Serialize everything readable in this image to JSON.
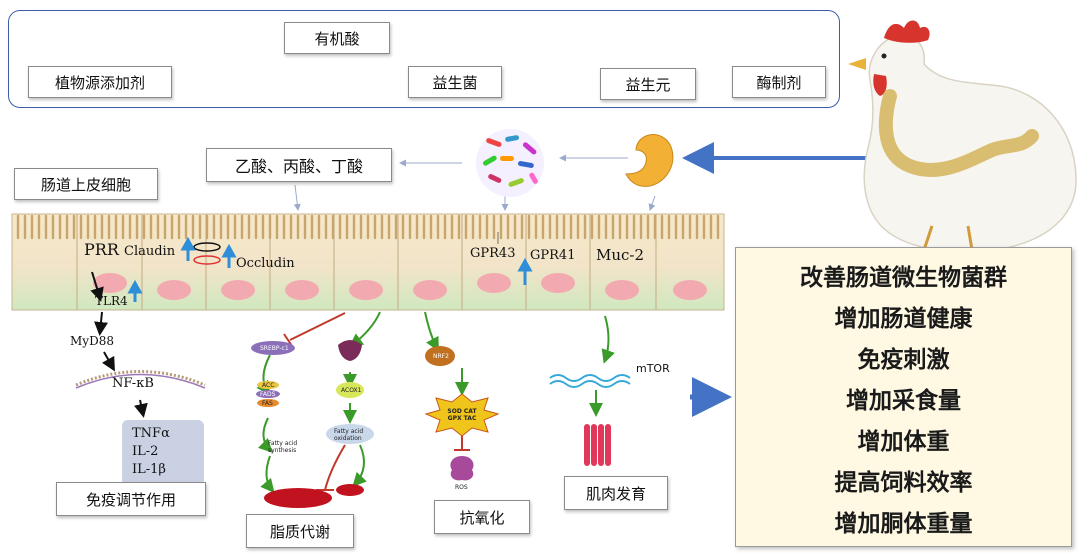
{
  "sources": {
    "plant": "植物源添加剂",
    "organic_acid": "有机酸",
    "probiotic": "益生菌",
    "prebiotic": "益生元",
    "enzyme": "酶制剂"
  },
  "scfa": "乙酸、丙酸、丁酸",
  "epithelium": "肠道上皮细胞",
  "receptors": {
    "prr": "PRR",
    "claudin": "Claudin",
    "occludin": "Occludin",
    "tlr4": "TLR4",
    "gpr43": "GPR43",
    "gpr41": "GPR41",
    "muc2": "Muc-2"
  },
  "signaling": {
    "myd88": "MyD88",
    "nfkb": "NF-κB",
    "tnfa": "TNFα",
    "il2": "IL-2",
    "il1b": "IL-1β"
  },
  "lipid": {
    "srebp": "SREBP-c1",
    "acc": "ACC",
    "fads": "FADS",
    "fas": "FAS",
    "fa_synthesis": "Fatty acid synthesis",
    "acox": "ACOX1",
    "fa_oxidation": "Fatty acid oxidation"
  },
  "antiox": {
    "nrf2": "NRF2",
    "enzymes": "SOD CAT GPX TAC",
    "ros": "ROS"
  },
  "mtor": "mTOR",
  "section_labels": {
    "immune": "免疫调节作用",
    "lipid": "脂质代谢",
    "antiox": "抗氧化",
    "muscle": "肌肉发育"
  },
  "outcomes": [
    "改善肠道微生物菌群",
    "增加肠道健康",
    "免疫刺激",
    "增加采食量",
    "增加体重",
    "提高饲料效率",
    "增加胴体重量"
  ],
  "colors": {
    "panel_border": "#3d5da8",
    "arrow_blue": "#4472c4",
    "pathway_green": "#3a9a2a",
    "inhibit_red": "#c0392b",
    "up_arrow": "#2e8fd8",
    "cell_nucleus": "#f3a9b0",
    "outcome_bg": "#fff9e4"
  }
}
